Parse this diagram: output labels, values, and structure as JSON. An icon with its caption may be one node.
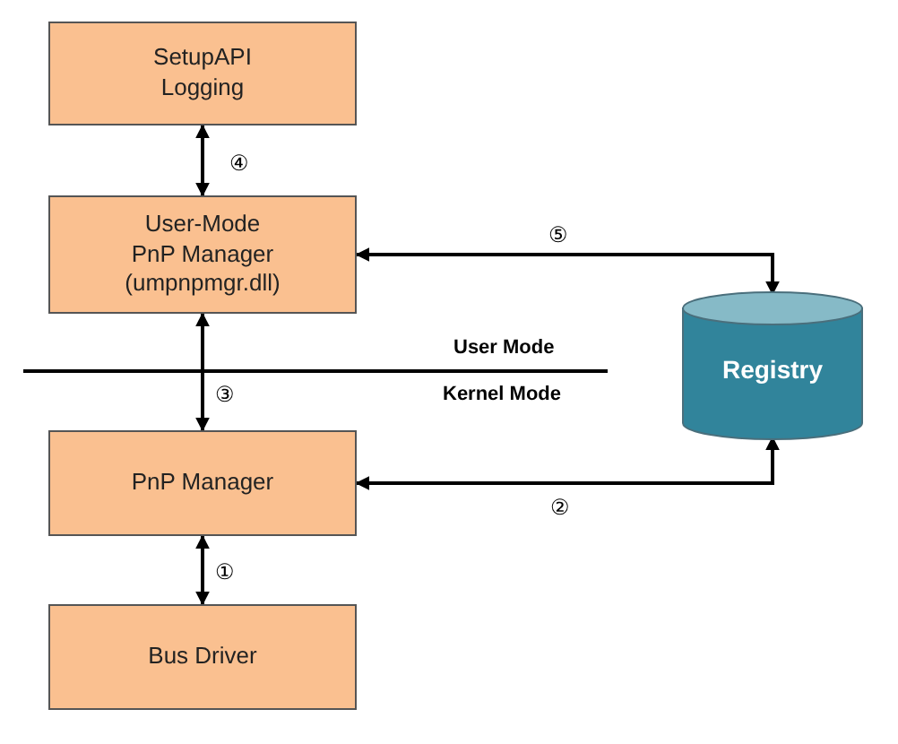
{
  "diagram": {
    "nodes": [
      {
        "text": [
          "SetupAPI Logging"
        ]
      },
      {
        "text": [
          "User-Mode PnP Manager (umpnpmgr.dll)"
        ]
      },
      {
        "text": [
          "Registry"
        ]
      },
      {
        "text": [
          "PnP Manager"
        ]
      },
      {
        "text": [
          "Bus Driver"
        ]
      }
    ],
    "edges": [
      {
        "from": 0,
        "to": 1,
        "arrow": "both",
        "label": "④"
      },
      {
        "from": 1,
        "to": 2,
        "arrow": "both",
        "label": "⑤"
      },
      {
        "from": 1,
        "to": 3,
        "arrow": "both",
        "label": "③"
      },
      {
        "from": 3,
        "to": 2,
        "arrow": "both",
        "label": "②"
      },
      {
        "from": 3,
        "to": 4,
        "arrow": "both",
        "label": "①"
      }
    ],
    "labels": [
      "User Mode",
      "Kernel Mode"
    ]
  }
}
